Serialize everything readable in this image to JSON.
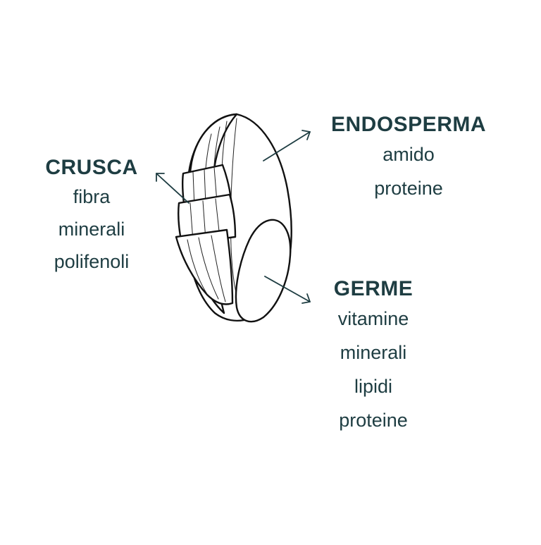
{
  "labels": {
    "crusca": {
      "title": "CRUSCA",
      "items": [
        "fibra",
        "minerali",
        "polifenoli"
      ]
    },
    "endosperma": {
      "title": "ENDOSPERMA",
      "items": [
        "amido",
        "proteine"
      ]
    },
    "germe": {
      "title": "GERME",
      "items": [
        "vitamine",
        "minerali",
        "lipidi",
        "proteine"
      ]
    }
  },
  "colors": {
    "text": "#1e3d42",
    "outline": "#111111",
    "background": "#ffffff"
  }
}
